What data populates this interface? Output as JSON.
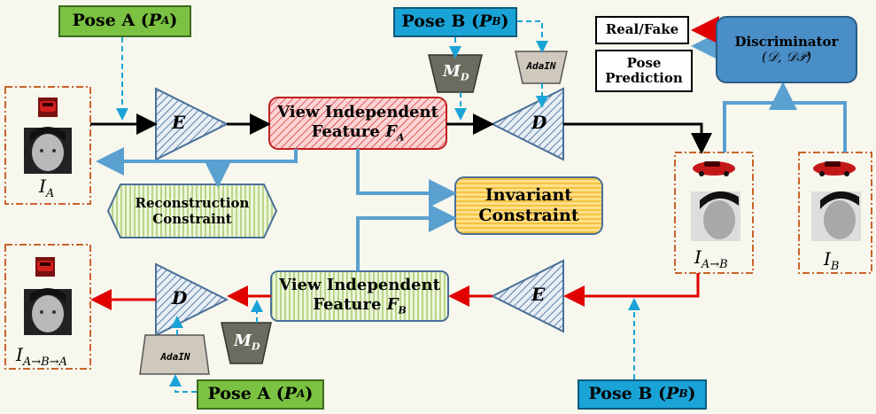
{
  "pose_a_top": "Pose A (P_A)",
  "pose_a_top_parts": {
    "text": "Pose A (",
    "sym": "P",
    "sub": "A",
    "close": ")"
  },
  "pose_b_top_parts": {
    "text": "Pose B (",
    "sym": "P",
    "sub": "B",
    "close": ")"
  },
  "pose_a_bottom_parts": {
    "text": "Pose A (",
    "sym": "P",
    "sub": "A",
    "close": ")"
  },
  "pose_b_bottom_parts": {
    "text": "Pose B (",
    "sym": "P",
    "sub": "B",
    "close": ")"
  },
  "encoder_label": "E",
  "decoder_label": "D",
  "md_label": "M",
  "md_sub": "D",
  "adain_label": "AdaIN",
  "feature_a": {
    "line1": "View Independent",
    "line2": "Feature ",
    "sym": "F",
    "sub": "A"
  },
  "feature_b": {
    "line1": "View Independent",
    "line2": "Feature ",
    "sym": "F",
    "sub": "B"
  },
  "invariant": {
    "line1": "Invariant",
    "line2": "Constraint"
  },
  "reconstruction": {
    "line1": "Reconstruction",
    "line2": "Constraint"
  },
  "discriminator": {
    "line1": "Discriminator",
    "line2": "(𝒟, 𝒟𝒫)"
  },
  "real_fake": "Real/Fake",
  "pose_prediction": {
    "line1": "Pose",
    "line2": "Prediction"
  },
  "labels": {
    "ia": {
      "sym": "I",
      "sub": "A"
    },
    "iab": {
      "sym": "I",
      "sub": "A→B"
    },
    "ib": {
      "sym": "I",
      "sub": "B"
    },
    "iaba": {
      "sym": "I",
      "sub": "A→B→A"
    }
  },
  "colors": {
    "pose_green": "#7cc242",
    "pose_blue": "#1aa3d6",
    "feature_a_fill": "#f4a6a6",
    "feature_b_fill": "#d7ecaf",
    "invariant_fill": "#ffd966",
    "discriminator_fill": "#4a8ec7",
    "arrow_red": "#e00000",
    "arrow_blue": "#5aa0d0",
    "arrow_black": "#000000",
    "dashed_blue": "#1aa3d6",
    "image_border": "#c8642a"
  }
}
